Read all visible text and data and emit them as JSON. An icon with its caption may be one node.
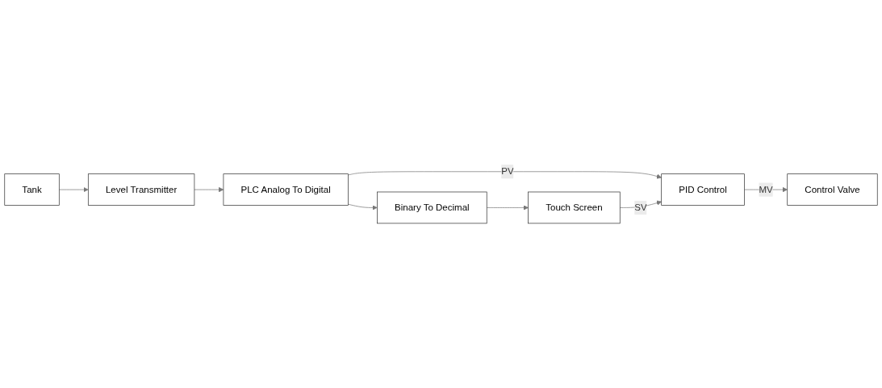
{
  "diagram": {
    "nodes": [
      {
        "text": [
          "Tank"
        ]
      },
      {
        "text": [
          "Level Transmitter"
        ]
      },
      {
        "text": [
          "PLC Analog To Digital"
        ]
      },
      {
        "text": [
          "PID Control"
        ]
      },
      {
        "text": [
          "Control Valve"
        ]
      },
      {
        "text": [
          "Binary To Decimal"
        ]
      },
      {
        "text": [
          "Touch Screen"
        ]
      }
    ],
    "edges": [
      {
        "from": 0,
        "to": 1,
        "arrow": "to"
      },
      {
        "from": 1,
        "to": 2,
        "arrow": "to"
      },
      {
        "from": 2,
        "to": 3,
        "arrow": "to",
        "label": "PV"
      },
      {
        "from": 2,
        "to": 5,
        "arrow": "to"
      },
      {
        "from": 5,
        "to": 6,
        "arrow": "to"
      },
      {
        "from": 6,
        "to": 3,
        "arrow": "to",
        "label": "SV"
      },
      {
        "from": 3,
        "to": 4,
        "arrow": "to",
        "label": "MV"
      }
    ]
  }
}
